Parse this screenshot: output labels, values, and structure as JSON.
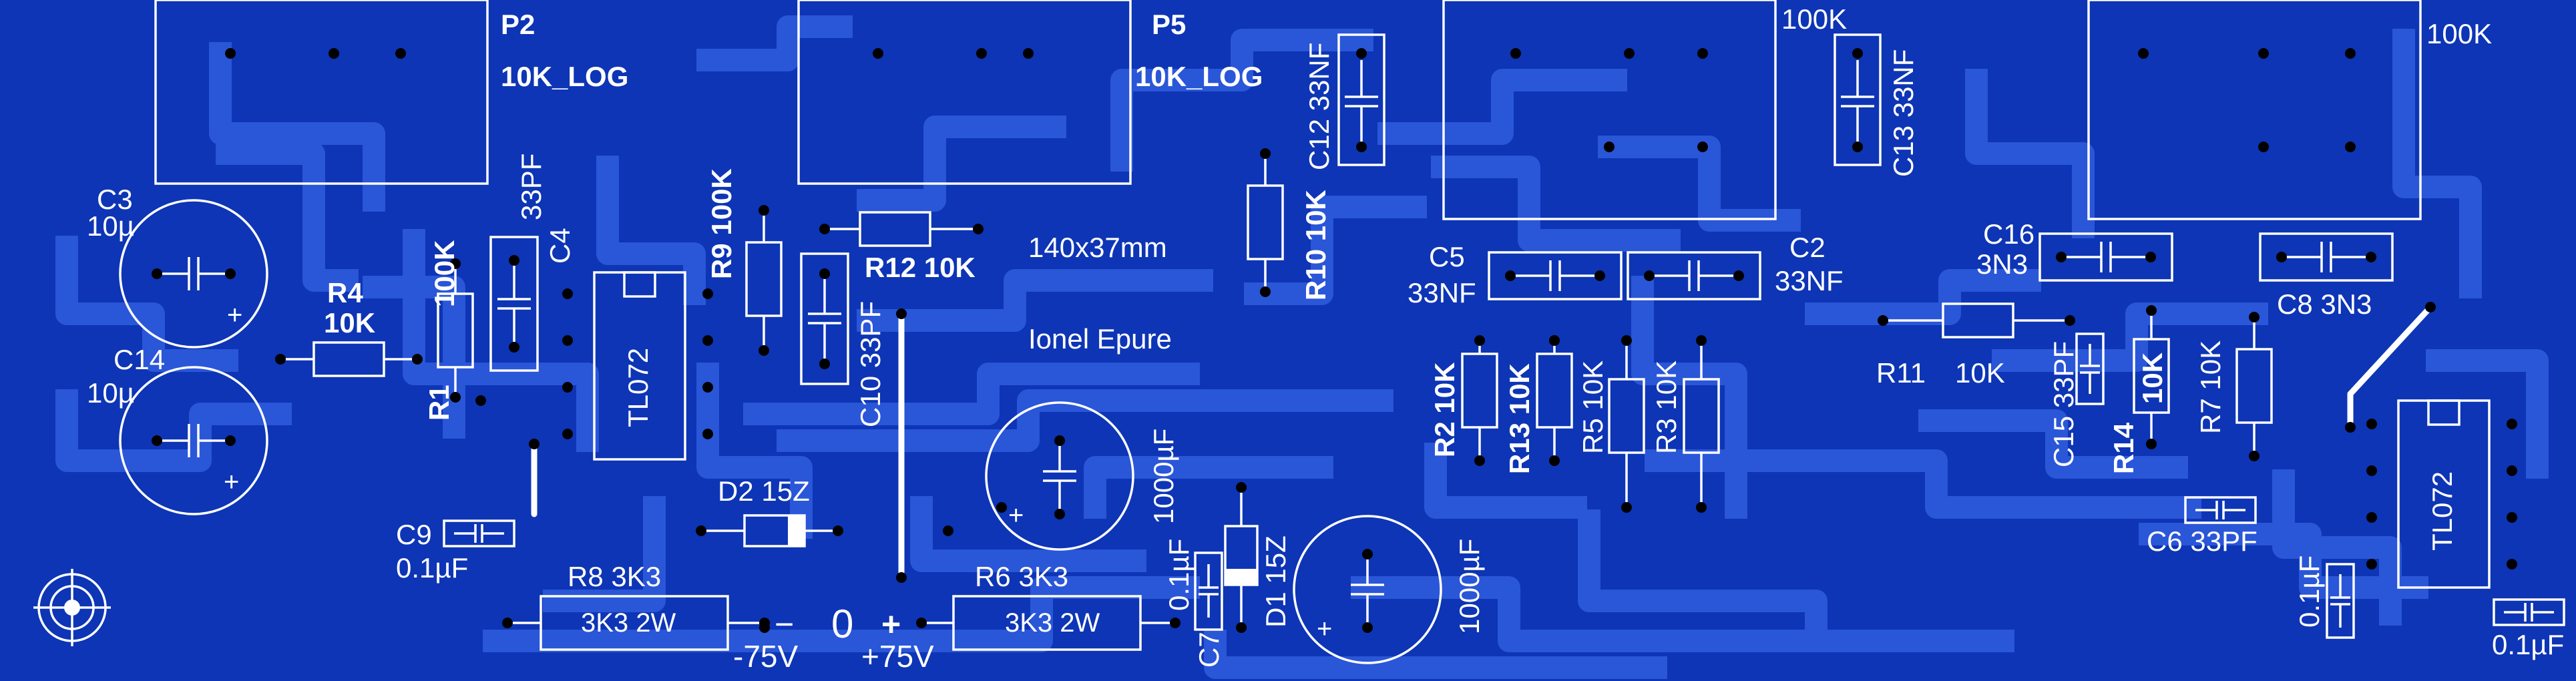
{
  "board": {
    "dimensions": "140x37mm",
    "author": "Ionel Epure"
  },
  "labels": {
    "p2": "P2",
    "p2_value": "10K_LOG",
    "p5": "P5",
    "p5_value": "10K_LOG",
    "pot3_value": "100K",
    "pot4_value": "100K",
    "c3": "C3",
    "c3_value": "10µ",
    "c14": "C14",
    "c14_value": "10µ",
    "r4": "R4",
    "r4_value": "10K",
    "r1": "R1",
    "r1_value": "100K",
    "c4": "C4",
    "c4_value": "33PF",
    "ic1": "TL072",
    "r9": "R9 100K",
    "r12": "R12 10K",
    "c10": "C10 33PF",
    "c12": "C12 33NF",
    "r10": "R10 10K",
    "c13": "C13 33NF",
    "c5": "C5",
    "c5_value": "33NF",
    "c2": "C2",
    "c2_value": "33NF",
    "r2": "R2 10K",
    "r13": "R13 10K",
    "r5": "R5 10K",
    "r3": "R3 10K",
    "c16": "C16",
    "c16_value": "3N3",
    "c8": "C8 3N3",
    "r11": "R11",
    "r11_value": "10K",
    "c15": "C15 33PF",
    "r14": "R14",
    "r14_value": "10K",
    "r7": "R7 10K",
    "ic2": "TL072",
    "c6": "C6 33PF",
    "c9": "C9",
    "c9_value": "0.1µF",
    "d2": "D2 15Z",
    "r8": "R8 3K3",
    "r8_body": "3K3 2W",
    "r6": "R6  3K3",
    "r6_body": "3K3 2W",
    "c_big1": "1000µF",
    "c_big2": "1000µF",
    "c7": "C7",
    "c7_value": "0.1µF",
    "d1": "D1 15Z",
    "c_r1": "0.1µF",
    "c_r2": "0.1µF",
    "minus": "−",
    "zero": "0",
    "plus": "+",
    "minus75": "-75V",
    "plus75": "+75V",
    "pol_plus": "+"
  },
  "colors": {
    "board": "#0d35b5",
    "traces": "#2a56d8",
    "silkscreen": "#ffffff",
    "pads": "#000000"
  }
}
